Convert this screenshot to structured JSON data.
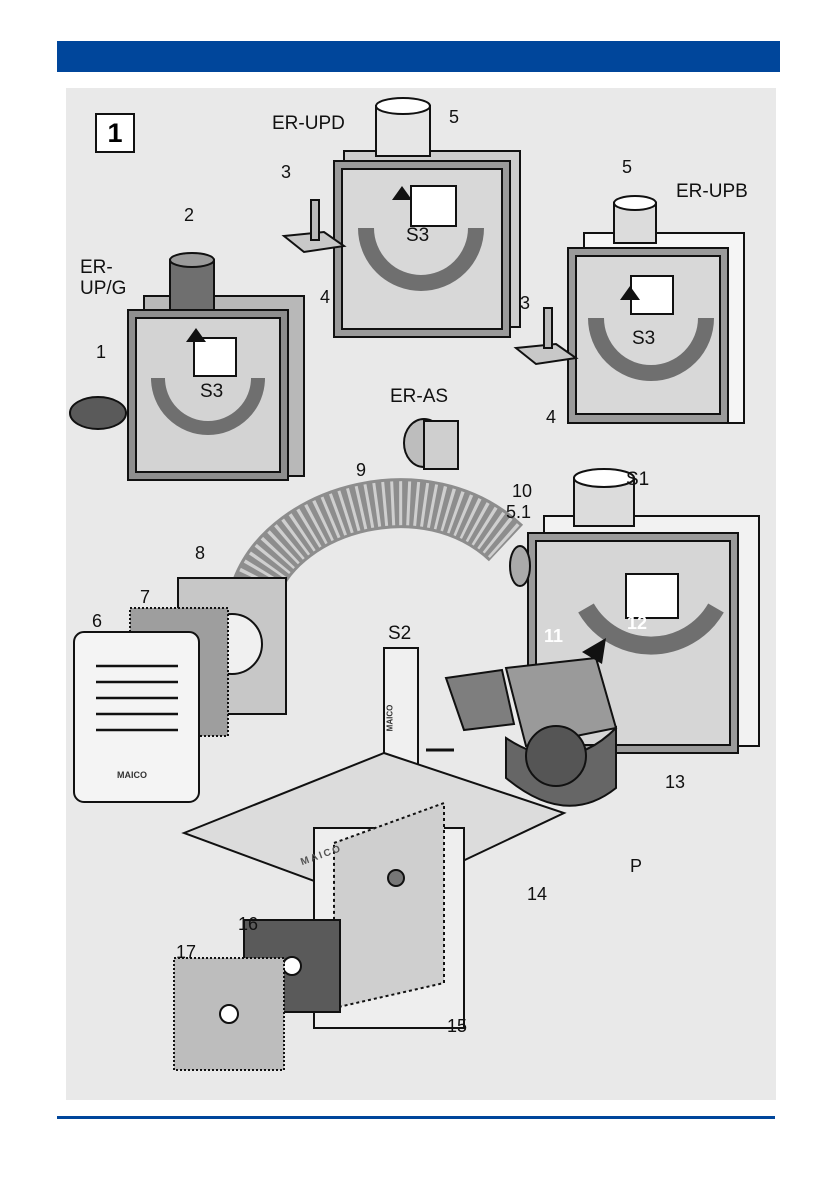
{
  "colors": {
    "brand_bar": "#00469b",
    "figure_background": "#e9e9e9"
  },
  "figure": {
    "number": "1",
    "models": {
      "er_upd": "ER-UPD",
      "er_upb": "ER-UPB",
      "er_up_g_line1": "ER-",
      "er_up_g_line2": "UP/G",
      "er_as": "ER-AS"
    },
    "callouts": {
      "c1": "1",
      "c2": "2",
      "c3a": "3",
      "c3b": "3",
      "c4a": "4",
      "c4b": "4",
      "c5a": "5",
      "c5b": "5",
      "c51": "5.1",
      "c6": "6",
      "c7": "7",
      "c8": "8",
      "c9": "9",
      "c10": "10",
      "c11": "11",
      "c12": "12",
      "c13": "13",
      "c14": "14",
      "c15": "15",
      "c16": "16",
      "c17": "17",
      "s1": "S1",
      "s2": "S2",
      "s3a": "S3",
      "s3b": "S3",
      "s3c": "S3",
      "p": "P"
    },
    "brand_marks": [
      "MAICO",
      "MAICO",
      "MAICO"
    ]
  }
}
